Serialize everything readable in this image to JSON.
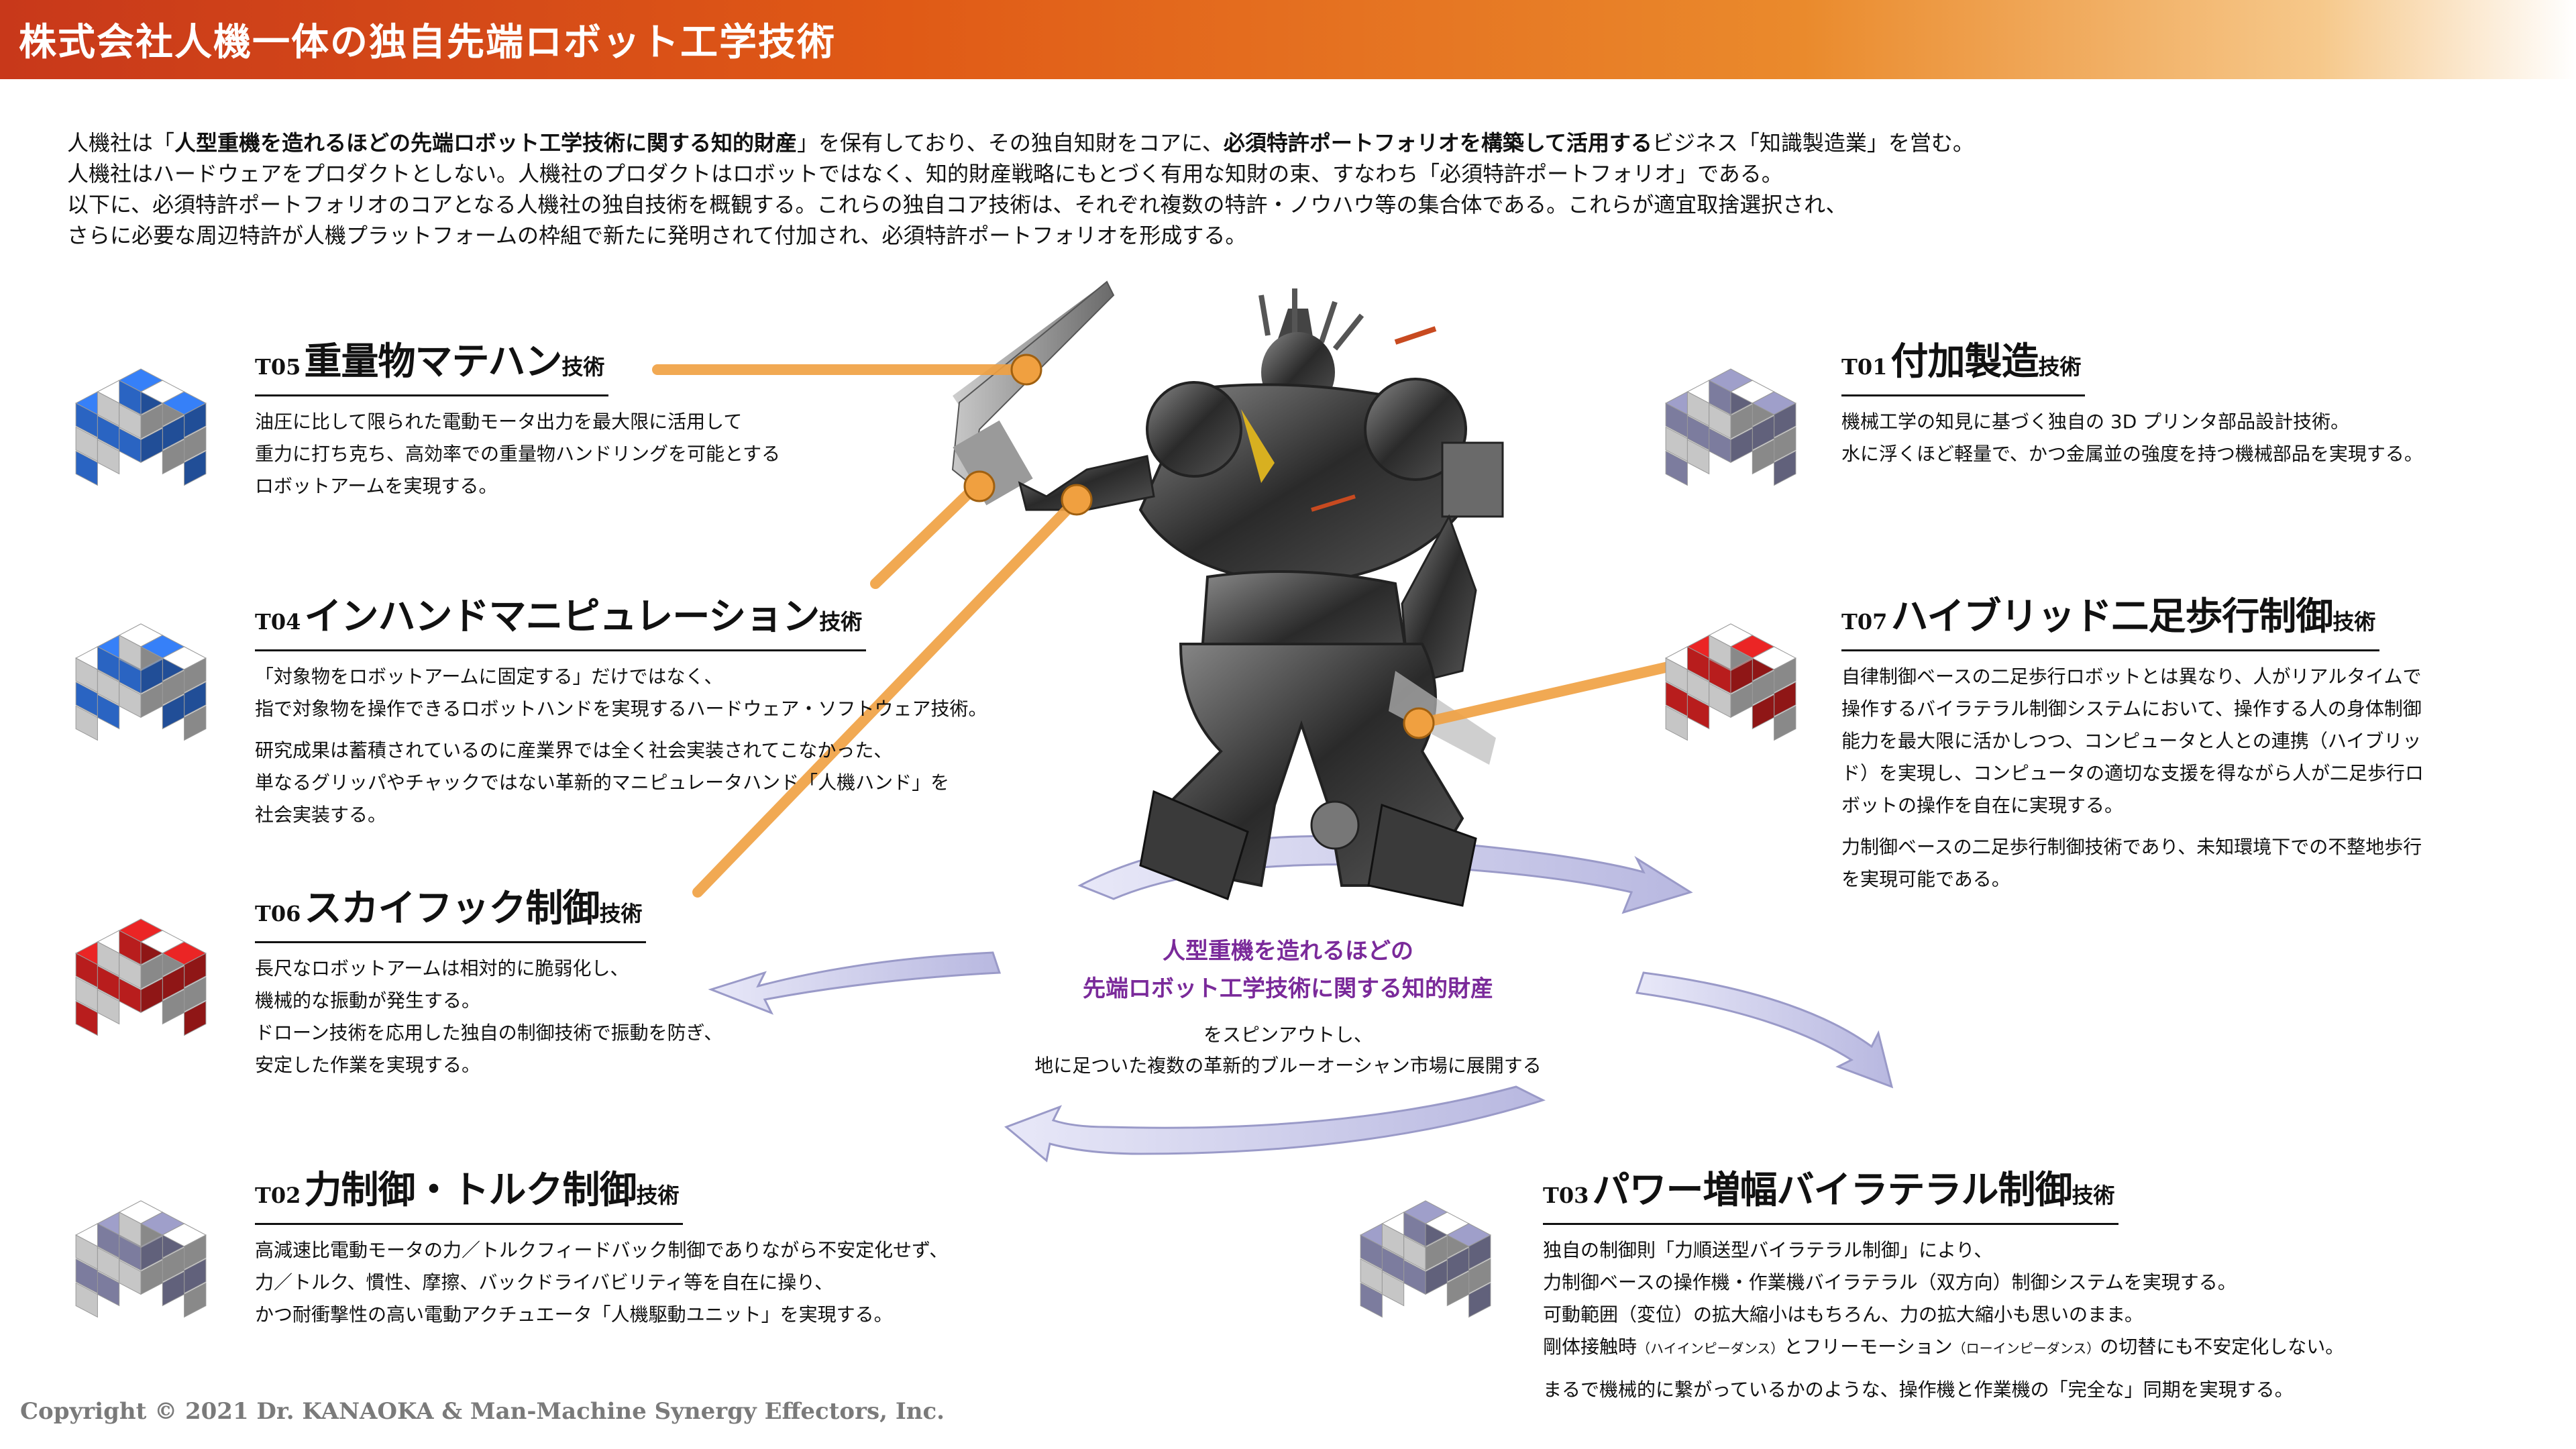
{
  "header": {
    "title": "株式会社人機一体の独自先端ロボット工学技術"
  },
  "intro": {
    "line1_a": "人機社は「",
    "line1_b": "人型重機を造れるほどの先端ロボット工学技術に関する知的財産",
    "line1_c": "」を保有しており、その独自知財をコアに、",
    "line1_d": "必須特許ポートフォリオを構築して活用する",
    "line1_e": "ビジネス「知識製造業」を営む。",
    "line2": "人機社はハードウェアをプロダクトとしない。人機社のプロダクトはロボットではなく、知的財産戦略にもとづく有用な知財の束、すなわち「必須特許ポートフォリオ」である。",
    "line3": "以下に、必須特許ポートフォリオのコアとなる人機社の独自技術を概観する。これらの独自コア技術は、それぞれ複数の特許・ノウハウ等の集合体である。これらが適宜取捨選択され、",
    "line4": "さらに必要な周辺特許が人機プラットフォームの枠組で新たに発明されて付加され、必須特許ポートフォリオを形成する。"
  },
  "tech_suffix": "技術",
  "sections": {
    "t05": {
      "code": "T05",
      "name": "重量物マテハン",
      "lines": [
        "油圧に比して限られた電動モータ出力を最大限に活用して",
        "重力に打ち克ち、高効率での重量物ハンドリングを可能とする",
        "ロボットアームを実現する。"
      ]
    },
    "t04": {
      "code": "T04",
      "name": "インハンドマニピュレーション",
      "lines": [
        "「対象物をロボットアームに固定する」だけではなく、",
        "指で対象物を操作できるロボットハンドを実現するハードウェア・ソフトウェア技術。"
      ],
      "lines2": [
        "研究成果は蓄積されているのに産業界では全く社会実装されてこなかった、",
        "単なるグリッパやチャックではない革新的マニピュレータハンド「人機ハンド」を",
        "社会実装する。"
      ]
    },
    "t06": {
      "code": "T06",
      "name": "スカイフック制御",
      "lines": [
        "長尺なロボットアームは相対的に脆弱化し、",
        "機械的な振動が発生する。",
        "ドローン技術を応用した独自の制御技術で振動を防ぎ、",
        "安定した作業を実現する。"
      ]
    },
    "t02": {
      "code": "T02",
      "name": "力制御・トルク制御",
      "lines": [
        "高減速比電動モータの力／トルクフィードバック制御でありながら不安定化せず、",
        "力／トルク、慣性、摩擦、バックドライバビリティ等を自在に操り、",
        "かつ耐衝撃性の高い電動アクチュエータ「人機駆動ユニット」を実現する。"
      ]
    },
    "t01": {
      "code": "T01",
      "name": "付加製造",
      "lines": [
        "機械工学の知見に基づく独自の 3D プリンタ部品設計技術。",
        "水に浮くほど軽量で、かつ金属並の強度を持つ機械部品を実現する。"
      ]
    },
    "t07": {
      "code": "T07",
      "name": "ハイブリッド二足歩行制御",
      "lines": [
        "自律制御ベースの二足歩行ロボットとは異なり、人がリアルタイムで",
        "操作するバイラテラル制御システムにおいて、操作する人の身体制御",
        "能力を最大限に活かしつつ、コンピュータと人との連携（ハイブリッ",
        "ド）を実現し、コンピュータの適切な支援を得ながら人が二足歩行ロ",
        "ボットの操作を自在に実現する。"
      ],
      "lines2": [
        "力制御ベースの二足歩行制御技術であり、未知環境下での不整地歩行",
        "を実現可能である。"
      ]
    },
    "t03": {
      "code": "T03",
      "name": "パワー増幅バイラテラル制御",
      "lines": [
        "独自の制御則「力順送型バイラテラル制御」により、",
        "力制御ベースの操作機・作業機バイラテラル（双方向）制御システムを実現する。",
        "可動範囲（変位）の拡大縮小はもちろん、力の拡大縮小も思いのまま。"
      ],
      "l4_a": "剛体接触時",
      "l4_b": "（ハイインピーダンス）",
      "l4_c": "とフリーモーション",
      "l4_d": "（ローインピーダンス）",
      "l4_e": "の切替にも不安定化しない。",
      "lines2": [
        "まるで機械的に繋がっているかのような、操作機と作業機の「完全な」同期を実現する。"
      ]
    }
  },
  "center": {
    "main1": "人型重機を造れるほどの",
    "main2": "先端ロボット工学技術に関する知的財産",
    "sub1": "をスピンアウトし、",
    "sub2": "地に足ついた複数の革新的ブルーオーシャン市場に展開する"
  },
  "colors": {
    "blue": "#2f6fd8",
    "red": "#cc2020",
    "grey": "#8a8ab0",
    "accent": "#f0a040",
    "purple": "#7a2a9a"
  },
  "copyright": "Copyright © 2021 Dr. KANAOKA & Man-Machine Synergy Effectors, Inc."
}
